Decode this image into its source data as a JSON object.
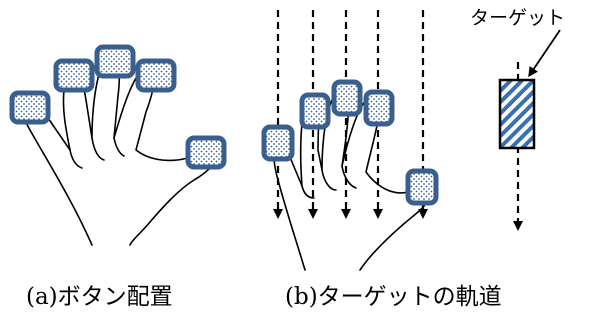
{
  "captions": {
    "a": "(a)ボタン配置",
    "b": "(b)ターゲットの軌道"
  },
  "labels": {
    "target": "ターゲット"
  },
  "colors": {
    "button_border": "#3a5f8f",
    "button_fill": "#dfe8f3",
    "target_stripe": "#3a6fb0",
    "line": "#000000"
  }
}
